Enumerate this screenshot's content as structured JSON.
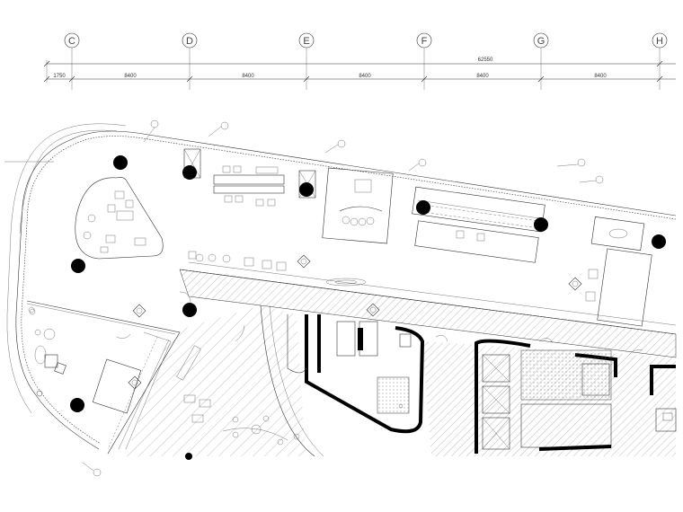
{
  "grid_axes": [
    "C",
    "D",
    "E",
    "F",
    "G",
    "H"
  ],
  "dimensions": {
    "overall": "62550",
    "offset": "1750",
    "bays": [
      "8400",
      "8400",
      "8400",
      "8400",
      "8400"
    ]
  },
  "colors": {
    "line": "#333333",
    "wall": "#000000",
    "hatch": "#777777",
    "column": "#000000",
    "background": "#ffffff"
  }
}
